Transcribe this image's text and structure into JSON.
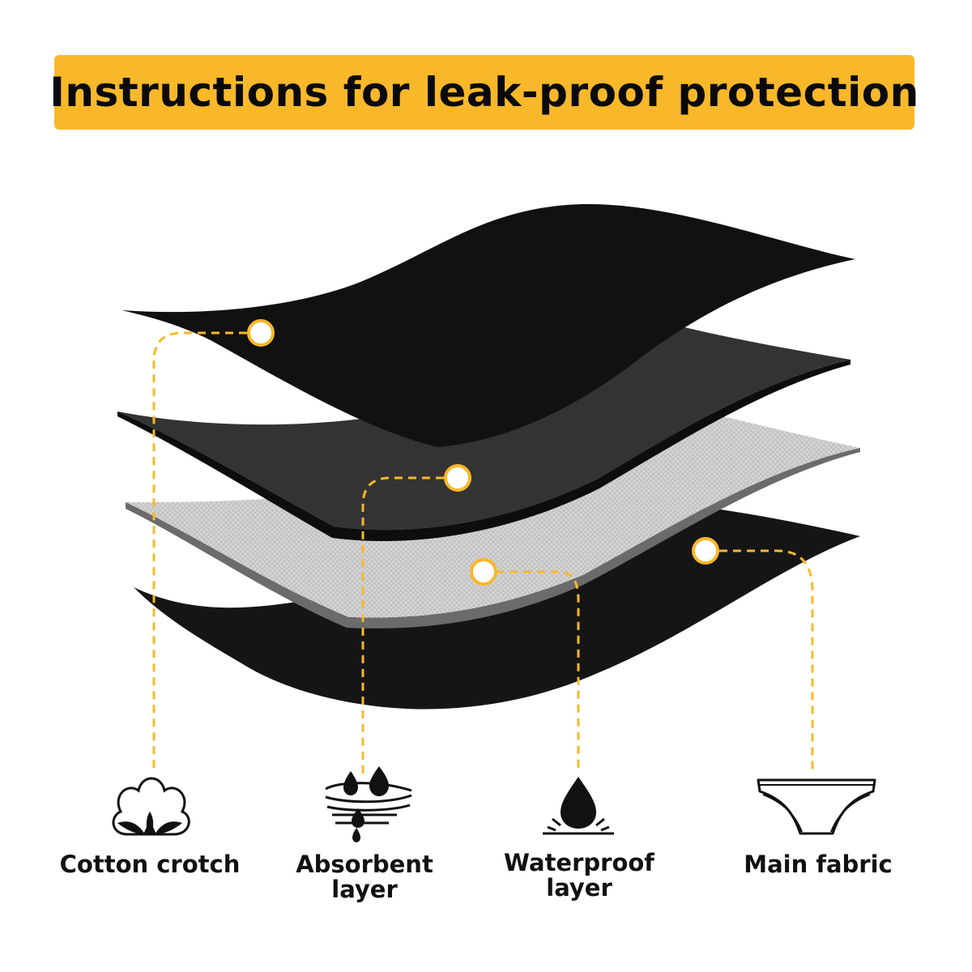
{
  "header": {
    "title": "Instructions for leak-proof protection"
  },
  "colors": {
    "accent": "#f8b82a",
    "layer_dark": "#111111",
    "layer_gray": "#333333",
    "layer_mesh": "#d2d2d2"
  },
  "layers": [
    {
      "id": "cotton-crotch",
      "line1": "Cotton crotch",
      "line2": "",
      "icon": "cotton-flower-icon"
    },
    {
      "id": "absorbent-layer",
      "line1": "Absorbent",
      "line2": "layer",
      "icon": "absorbent-drops-icon"
    },
    {
      "id": "waterproof-layer",
      "line1": "Waterproof",
      "line2": "layer",
      "icon": "water-drop-splash-icon"
    },
    {
      "id": "main-fabric",
      "line1": "Main fabric",
      "line2": "",
      "icon": "panties-icon"
    }
  ]
}
